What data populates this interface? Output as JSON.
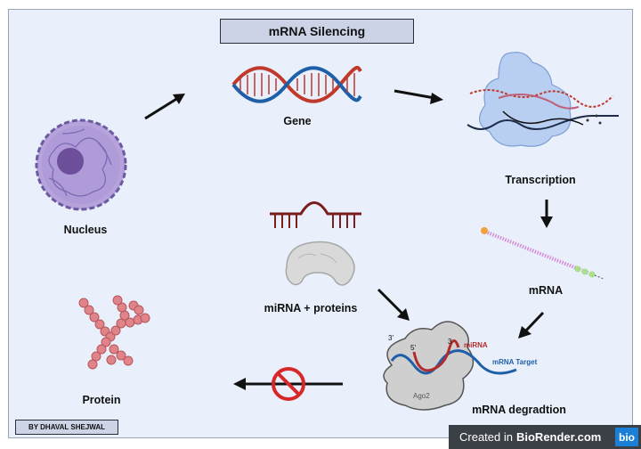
{
  "title": "mRNA Silencing",
  "labels": {
    "nucleus": "Nucleus",
    "gene": "Gene",
    "transcription": "Transcription",
    "mrna": "mRNA",
    "mirna_proteins": "miRNA + proteins",
    "protein": "Protein",
    "degradation": "mRNA degradtion"
  },
  "annotations": {
    "three_prime_a": "3'",
    "five_prime": "5'",
    "three_prime_b": "3",
    "mirna": "miRNA",
    "mrna_target": "mRNA Target",
    "ago2": "Ago2"
  },
  "credit": "BY DHAVAL SHEJWAL",
  "brand": {
    "created_in": "Created in",
    "name": "BioRender.com",
    "logo": "bio"
  },
  "colors": {
    "background": "#e9f0fb",
    "dna_red": "#c0392b",
    "dna_blue": "#1f5fa8",
    "nucleus": "#9b86c6",
    "protein": "#e0848a",
    "inhibit": "#d62828",
    "ago2": "#c9c9c9"
  }
}
